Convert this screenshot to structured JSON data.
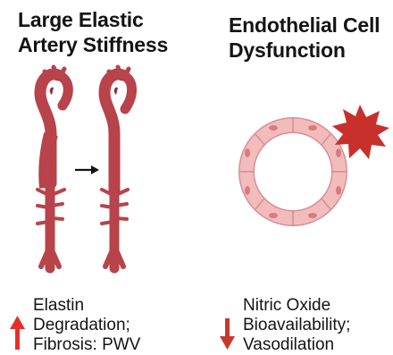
{
  "left_panel": {
    "title": "Large Elastic\nArtery Stiffness",
    "caption_lines": [
      "Elastin",
      "Degradation;",
      "Fibrosis: PWV"
    ],
    "arrow_direction": "up",
    "arrow_color": "#e3312a",
    "icons": [
      "normal-artery-icon",
      "transition-arrow-icon",
      "stiff-artery-icon"
    ]
  },
  "right_panel": {
    "title": "Endothelial Cell\nDysfunction",
    "caption_lines": [
      "Nitric Oxide",
      "Bioavailability;",
      "Vasodilation"
    ],
    "arrow_direction": "down",
    "arrow_color": "#c8382b",
    "icons": [
      "endothelial-ring-icon",
      "damage-burst-icon"
    ]
  },
  "colors": {
    "artery": "#b8434a",
    "artery_dark": "#8e2f36",
    "endothelial_cell": "#f2bcbc",
    "cell_outline": "#d78f92",
    "cell_nucleus": "#d97a7e",
    "burst": "#c8312b"
  }
}
